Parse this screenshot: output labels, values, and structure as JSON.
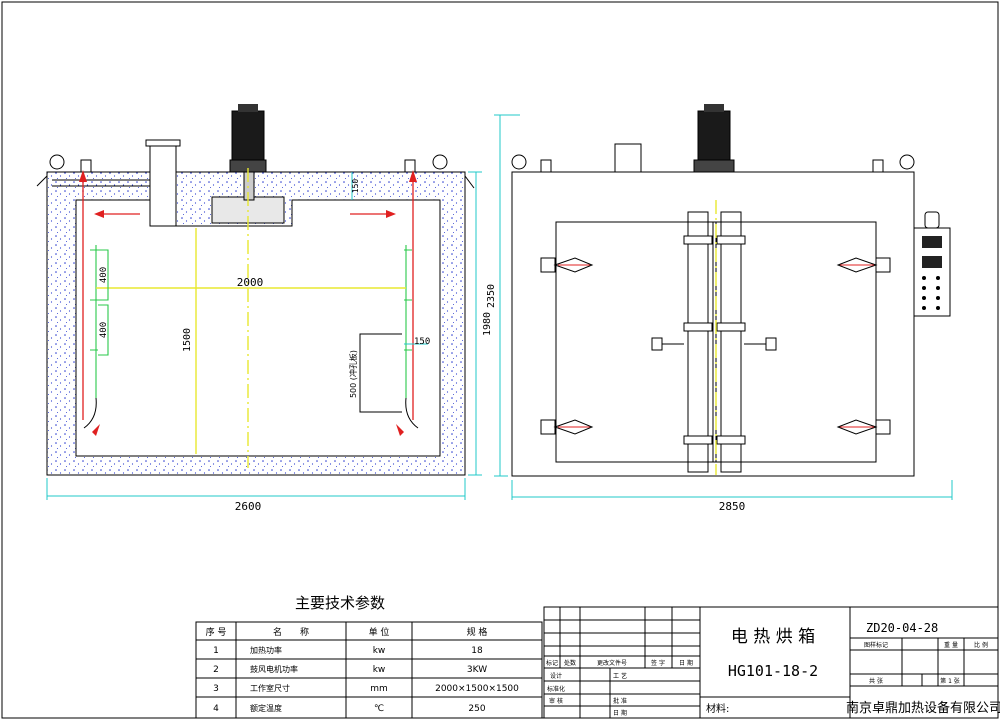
{
  "front_view": {
    "dim_width": "2600",
    "dim_inner": "2000",
    "dim_height": "1980",
    "dim_work_h": "1500",
    "dim_shelf_1": "400",
    "dim_shelf_2": "400",
    "dim_insul": "150",
    "dim_150": "150",
    "dim_500": "500 (冲孔板)"
  },
  "side_view": {
    "dim_width": "2850",
    "dim_height": "2350"
  },
  "params_table": {
    "title": "主要技术参数",
    "headers": [
      "序 号",
      "名　　称",
      "单 位",
      "规 格"
    ],
    "rows": [
      [
        "1",
        "加热功率",
        "kw",
        "18"
      ],
      [
        "2",
        "鼓风电机功率",
        "kw",
        "3KW"
      ],
      [
        "3",
        "工作室尺寸",
        "mm",
        "2000×1500×1500"
      ],
      [
        "4",
        "额定温度",
        "℃",
        "250"
      ]
    ]
  },
  "title_block": {
    "product_name": "电 热 烘 箱",
    "model": "HG101-18-2",
    "drawing_no": "ZD20-04-28",
    "material_label": "材料:",
    "company": "南京卓鼎加热设备有限公司",
    "labels": {
      "mark": "标记",
      "count": "处数",
      "change_doc": "更改文件号",
      "signature": "签 字",
      "date": "日 期",
      "design": "设计",
      "standard": "标准化",
      "review": "审 核",
      "craft": "工 艺",
      "approve": "批 准",
      "date2": "日 期",
      "drawing_mark": "图样标记",
      "weight": "重 量",
      "scale": "比 例",
      "total": "共 张",
      "sheet": "第 1 张"
    }
  },
  "colors": {
    "insulation": "#2a3cd0",
    "airflow": "#e02020",
    "dimension": "#22c8c8",
    "centerline": "#e8e830",
    "shelf": "#29c84a"
  }
}
